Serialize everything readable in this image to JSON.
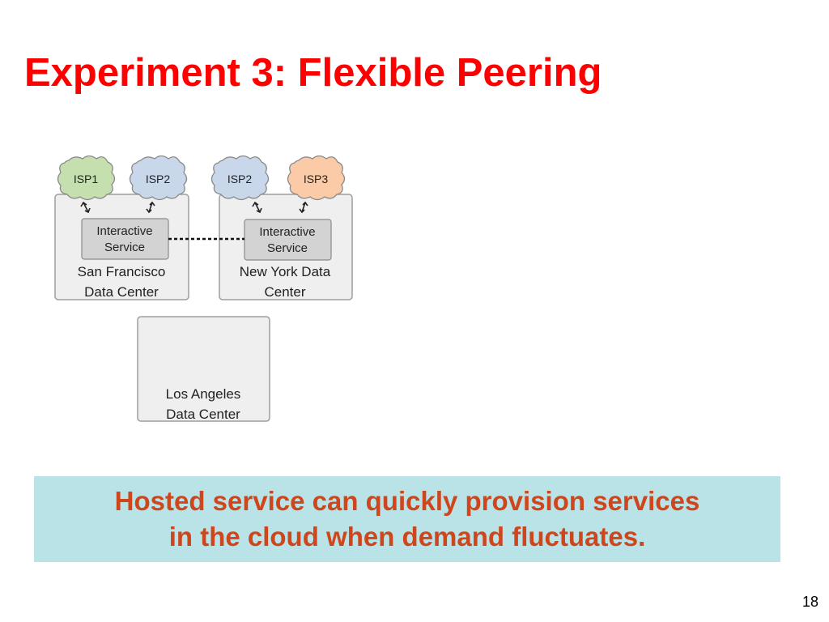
{
  "slide": {
    "title": "Experiment 3: Flexible Peering",
    "page_number": "18"
  },
  "diagram": {
    "isps": [
      {
        "label": "ISP1",
        "color": "#c5dfae"
      },
      {
        "label": "ISP2",
        "color": "#c9d7eb"
      },
      {
        "label": "ISP2",
        "color": "#c9d7eb"
      },
      {
        "label": "ISP3",
        "color": "#fbcaa6"
      }
    ],
    "data_centers": {
      "san_francisco": {
        "line1": "San Francisco",
        "line2": "Data Center",
        "service_line1": "Interactive",
        "service_line2": "Service"
      },
      "new_york": {
        "line1": "New York Data",
        "line2": "Center",
        "service_line1": "Interactive",
        "service_line2": "Service"
      },
      "los_angeles": {
        "line1": "Los Angeles",
        "line2": "Data Center"
      }
    }
  },
  "callout": {
    "line1": "Hosted service can quickly provision services",
    "line2": "in the cloud when demand fluctuates."
  }
}
